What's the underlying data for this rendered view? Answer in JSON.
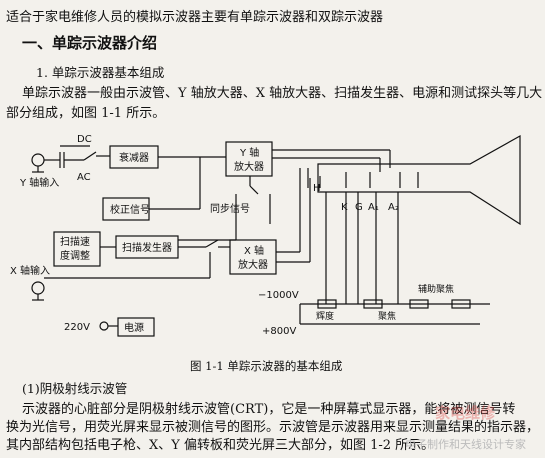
{
  "intro": "适合于家电维修人员的模拟示波器主要有单踪示波器和双踪示波器",
  "section_title": "一、单踪示波器介绍",
  "subsection_title": "1. 单踪示波器基本组成",
  "para1_line1": "单踪示波器一般由示波管、Y 轴放大器、X 轴放大器、扫描发生器、电源和测试探头等几大",
  "para1_line2": "部分组成，如图 1-1 所示。",
  "diagram": {
    "dc": "DC",
    "ac": "AC",
    "y_input": "Y 轴输入",
    "attenuator": "衰减器",
    "y_amp_1": "Y 轴",
    "y_amp_2": "放大器",
    "calibration": "校正信号",
    "sync": "同步信号",
    "sweep_speed_1": "扫描速",
    "sweep_speed_2": "度调整",
    "sweep_gen": "扫描发生器",
    "x_amp_1": "X 轴",
    "x_amp_2": "放大器",
    "x_input": "X 轴输入",
    "h": "H",
    "k": "K",
    "g": "G",
    "a1": "A₁",
    "a2": "A₂",
    "minus_v": "−1000V",
    "plus_v": "+800V",
    "brightness": "辉度",
    "focus": "聚焦",
    "aux_focus": "辅助聚焦",
    "v220": "220V",
    "power": "电源"
  },
  "figure_caption": "图 1-1    单踪示波器的基本组成",
  "subsubsection_title": "(1)阴极射线示波管",
  "para2_line1": "示波器的心脏部分是阴极射线示波管(CRT)，它是一种屏幕式显示器，能将被测信号转",
  "para2_line2": "换为光信号，用荧光屏来显示被测信号的图形。示波管是示波器用来显示测量结果的指示器，",
  "para2_line3": "其内部结构包括电子枪、X、Y 偏转板和荧光屏三大部分，如图 1-2 所示。",
  "watermark_small": "电子制作和天线设计专家",
  "watermark_big": "家电维修"
}
